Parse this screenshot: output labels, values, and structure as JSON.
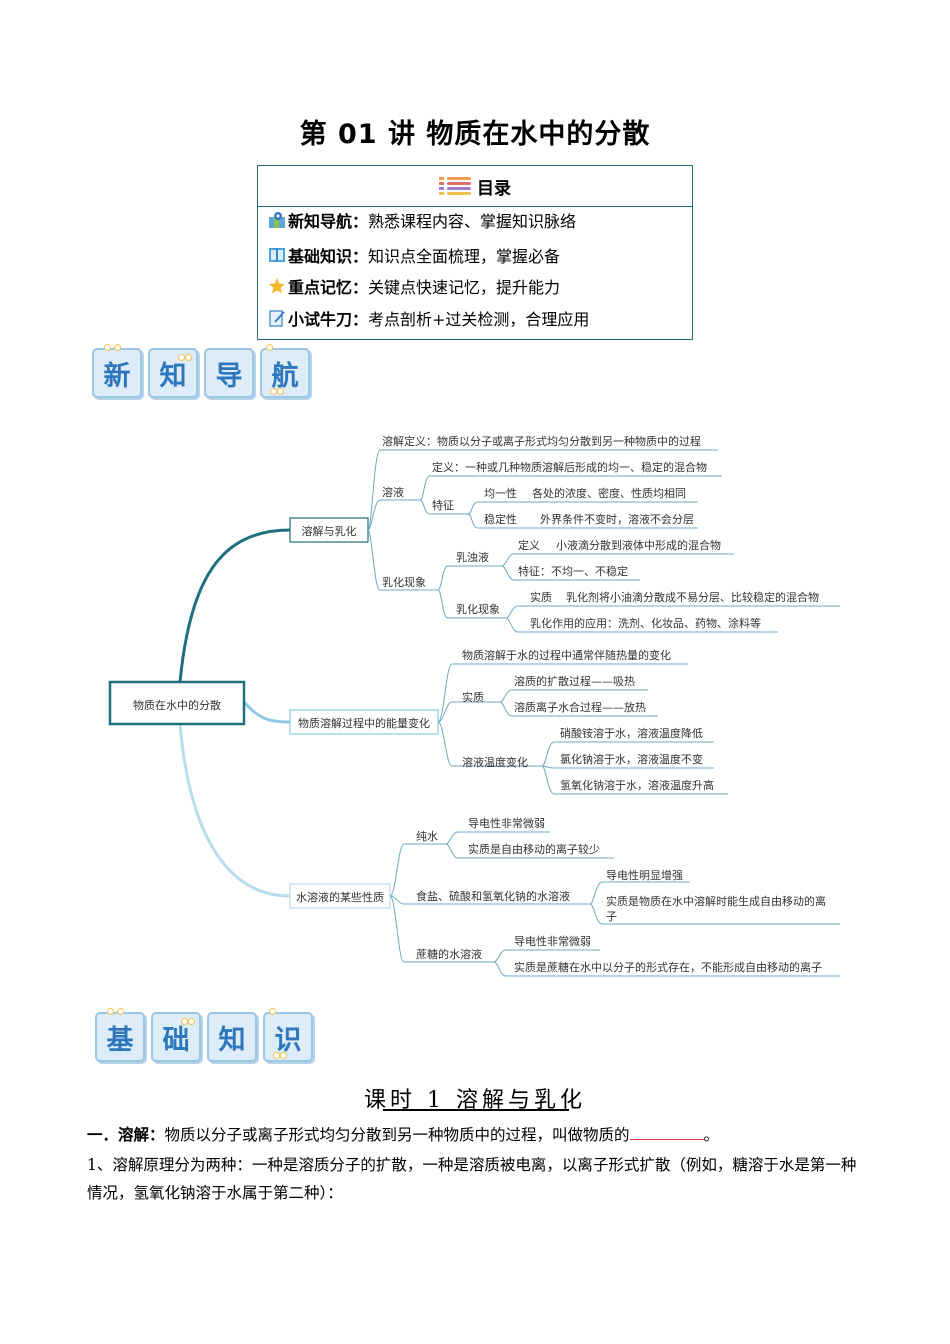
{
  "title": "第 01 讲    物质在水中的分散",
  "toc": {
    "heading": "目录",
    "items": [
      {
        "key": "新知导航：",
        "desc": "熟悉课程内容、掌握知识脉络",
        "icon": "map-pin-icon"
      },
      {
        "key": "基础知识：",
        "desc": "知识点全面梳理，掌握必备",
        "icon": "book-icon"
      },
      {
        "key": "重点记忆：",
        "desc": "关键点快速记忆，提升能力",
        "icon": "star-icon"
      },
      {
        "key": "小试牛刀：",
        "desc": "考点剖析+过关检测，合理应用",
        "icon": "pencil-note-icon"
      }
    ]
  },
  "banner1": [
    "新",
    "知",
    "导",
    "航"
  ],
  "mindmap": {
    "root": "物质在水中的分散",
    "b1": "溶解与乳化",
    "b1_def": "溶解定义：物质以分子或离子形式均匀分散到另一种物质中的过程",
    "b1_sol": "溶液",
    "b1_sol_def": "定义：一种或几种物质溶解后形成的均一、稳定的混合物",
    "b1_sol_feat": "特征",
    "b1_sol_f1a": "均一性",
    "b1_sol_f1b": "各处的浓度、密度、性质均相同",
    "b1_sol_f2a": "稳定性",
    "b1_sol_f2b": "外界条件不变时，溶液不会分层",
    "b1_emu": "乳化现象",
    "b1_emu_turbid": "乳浊液",
    "b1_emu_t1a": "定义",
    "b1_emu_t1b": "小液滴分散到液体中形成的混合物",
    "b1_emu_t2": "特征：不均一、不稳定",
    "b1_emu_phen": "乳化现象",
    "b1_emu_p1a": "实质",
    "b1_emu_p1b": "乳化剂将小油滴分散成不易分层、比较稳定的混合物",
    "b1_emu_p2": "乳化作用的应用：洗剂、化妆品、药物、涂料等",
    "b2": "物质溶解过程中的能量变化",
    "b2_top": "物质溶解于水的过程中通常伴随热量的变化",
    "b2_ess": "实质",
    "b2_ess1": "溶质的扩散过程——吸热",
    "b2_ess2": "溶质离子水合过程——放热",
    "b2_temp": "溶液温度变化",
    "b2_t1": "硝酸铵溶于水，溶液温度降低",
    "b2_t2": "氯化钠溶于水，溶液温度不变",
    "b2_t3": "氢氧化钠溶于水，溶液温度升高",
    "b3": "水溶液的某些性质",
    "b3_pure": "纯水",
    "b3_pure1": "导电性非常微弱",
    "b3_pure2": "实质是自由移动的离子较少",
    "b3_salt": "食盐、硫酸和氢氧化钠的水溶液",
    "b3_salt1": "导电性明显增强",
    "b3_salt2a": "实质是物质在水中溶解时能生成自由移动的离",
    "b3_salt2b": "子",
    "b3_sugar": "蔗糖的水溶液",
    "b3_sugar1": "导电性非常微弱",
    "b3_sugar2": "实质是蔗糖在水中以分子的形式存在，不能形成自由移动的离子"
  },
  "banner2": [
    "基",
    "础",
    "知",
    "识"
  ],
  "lesson_title": "课时 1 溶解与乳化",
  "para1_label": "一．溶解：",
  "para1_text": "物质以分子或离子形式均匀分散到另一种物质中的过程，叫做物质的",
  "para1_end": "。",
  "para2_text": "1、溶解原理分为两种：一种是溶质分子的扩散，一种是溶质被电离，以离子形式扩散（例如，糖溶于水是第一种情况，氢氧化钠溶于水属于第二种）：",
  "colors": {
    "branch1": "#1f6f7f",
    "branch2": "#8ec9e6",
    "branch3": "#b9dcee",
    "lines": "#6fa8c6",
    "blank": "#dd3333"
  }
}
